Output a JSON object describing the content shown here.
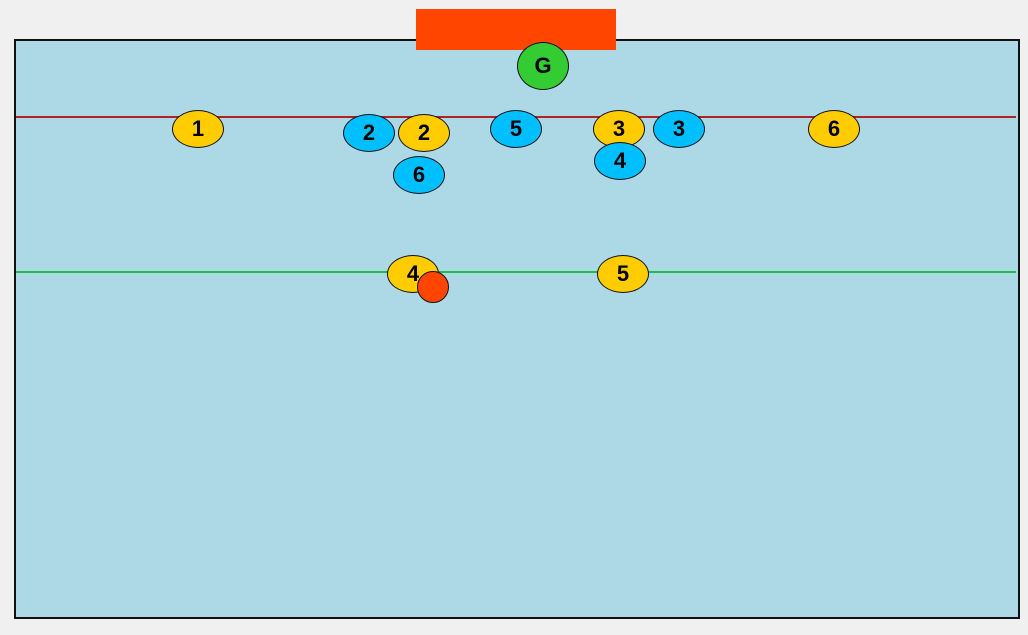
{
  "colors": {
    "background": "#f0f0f0",
    "pool": "#add8e6",
    "goal": "#ff4500",
    "two_meter_line": "#b22222",
    "five_meter_line": "#22bb44",
    "team_yellow": "#ffcc00",
    "team_blue": "#00bfff",
    "goalie": "#33cc33",
    "ball": "#ff4500"
  },
  "goalie": {
    "label": "G",
    "team": "goalie"
  },
  "players": [
    {
      "label": "1",
      "team": "yellow"
    },
    {
      "label": "2",
      "team": "blue"
    },
    {
      "label": "2",
      "team": "yellow"
    },
    {
      "label": "5",
      "team": "blue"
    },
    {
      "label": "3",
      "team": "yellow"
    },
    {
      "label": "3",
      "team": "blue"
    },
    {
      "label": "6",
      "team": "yellow"
    },
    {
      "label": "6",
      "team": "blue"
    },
    {
      "label": "4",
      "team": "blue"
    },
    {
      "label": "4",
      "team": "yellow"
    },
    {
      "label": "5",
      "team": "yellow"
    }
  ]
}
